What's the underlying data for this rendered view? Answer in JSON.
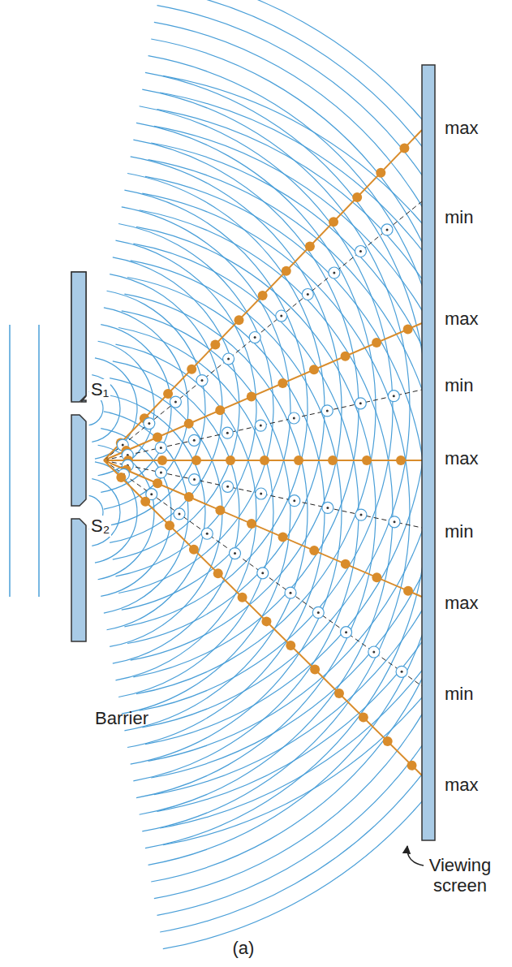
{
  "diagram": {
    "labels": [
      "max",
      "min",
      "max",
      "min",
      "max",
      "min",
      "max",
      "min",
      "max",
      "S₁",
      "S₂",
      "Barrier",
      "Viewing screen",
      "(a)"
    ]
  }
}
